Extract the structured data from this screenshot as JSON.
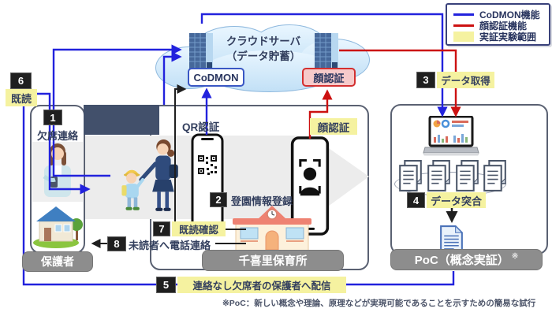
{
  "legend": {
    "items": [
      {
        "id": "codmon",
        "label": "CoDMON機能"
      },
      {
        "id": "face",
        "label": "顔認証機能"
      },
      {
        "id": "scope",
        "label": "実証実験範囲"
      }
    ]
  },
  "cloud": {
    "title_line1": "クラウドサーバ",
    "title_line2": "（データ貯蓄）",
    "codmon": "CoDMON",
    "face": "顔認証"
  },
  "steps": {
    "s1": {
      "num": "1",
      "label": "欠席連絡"
    },
    "s2": {
      "num": "2",
      "label": "登園情報登録"
    },
    "s3": {
      "num": "3",
      "label": "データ取得"
    },
    "s4": {
      "num": "4",
      "label": "データ突合"
    },
    "s5": {
      "num": "5",
      "label": "連絡なし欠席者の保護者へ配信"
    },
    "s6": {
      "num": "6",
      "label": "既読"
    },
    "s7": {
      "num": "7",
      "label": "既読確認"
    },
    "s8": {
      "num": "8",
      "label": "未読者へ電話連絡"
    }
  },
  "labels": {
    "parent": "保護者",
    "school": "千喜里保育所",
    "poc": "PoC（概念実証）",
    "poc_mark": "※",
    "qr": "QR認証",
    "face_center": "顔認証"
  },
  "footnote": "※PoC：新しい概念や理論、原理などが実現可能であることを示すための簡易な試行",
  "colors": {
    "codmon_line": "#2222dd",
    "face_line": "#cc1111",
    "scope_fill": "#f5f2a0",
    "bridge": "#42506b",
    "arrow_band": "#ececec"
  }
}
